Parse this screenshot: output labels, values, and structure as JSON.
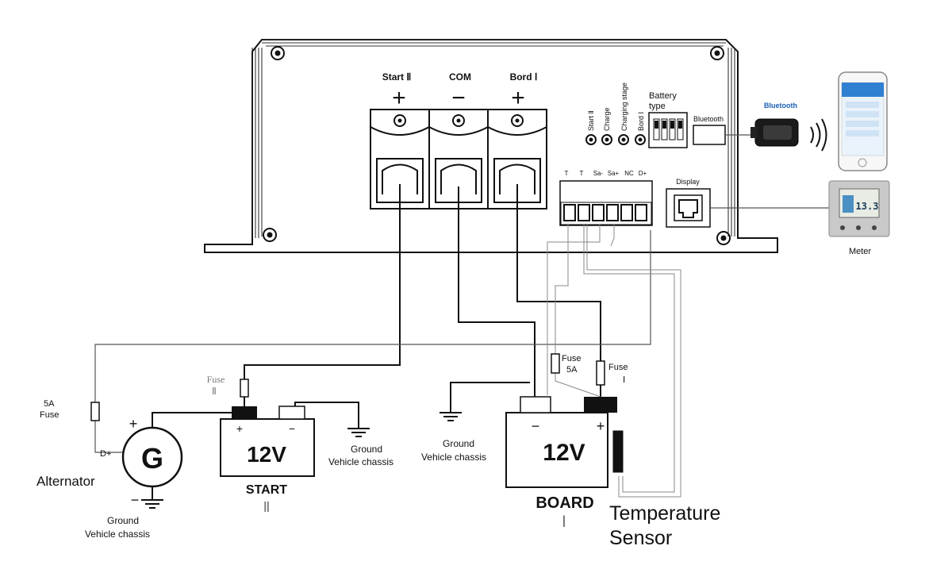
{
  "terminals": {
    "start_label": "Start Ⅱ",
    "com_label": "COM",
    "bord_label": "Bord Ⅰ",
    "plus": "+",
    "minus": "−"
  },
  "indicators": {
    "start": "Start Ⅱ",
    "charge": "Charge",
    "charging_stage": "Charging stage",
    "bord": "Bord Ⅰ"
  },
  "battery_type": {
    "line1": "Battery",
    "line2": "type"
  },
  "bluetooth": {
    "box_label": "Bluetooth",
    "module_label": "Bluetooth"
  },
  "terminal_block": {
    "labels": [
      "T",
      "T",
      "Sa-",
      "Sa+",
      "NC",
      "D+"
    ]
  },
  "display_label": "Display",
  "meter": {
    "label": "Meter",
    "screen_value": "13.3"
  },
  "alternator": {
    "symbol": "G",
    "label": "Alternator",
    "plus": "+",
    "minus": "−",
    "d_plus": "D+"
  },
  "fuse_5a_left": {
    "line1": "5A",
    "line2": "Fuse"
  },
  "fuse_start": {
    "line1": "Fuse",
    "line2": "Ⅱ"
  },
  "fuse_5a_right": {
    "line1": "Fuse",
    "line2": "5A"
  },
  "fuse_board": {
    "line1": "Fuse",
    "line2": "Ⅰ"
  },
  "start_battery": {
    "voltage": "12V",
    "label": "START",
    "roman": "Ⅱ",
    "plus": "+",
    "minus": "−"
  },
  "board_battery": {
    "voltage": "12V",
    "label": "BOARD",
    "roman": "Ⅰ",
    "plus": "+",
    "minus": "−"
  },
  "ground_alternator": {
    "line1": "Ground",
    "line2": "Vehicle chassis"
  },
  "ground_start": {
    "line1": "Ground",
    "line2": "Vehicle chassis"
  },
  "ground_mid": {
    "line1": "Ground",
    "line2": "Vehicle chassis"
  },
  "temperature_sensor": {
    "line1": "Temperature",
    "line2": "Sensor"
  }
}
